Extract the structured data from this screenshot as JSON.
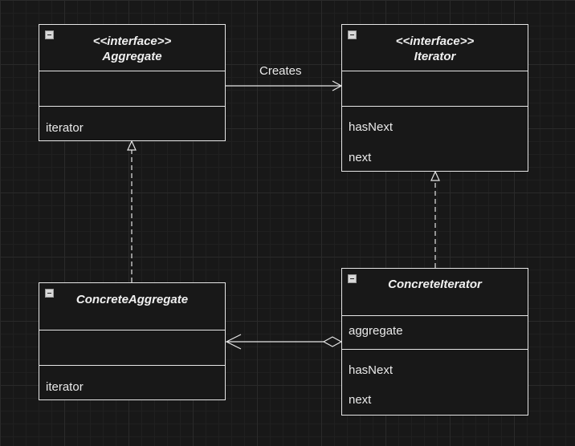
{
  "diagram": {
    "classes": {
      "aggregate": {
        "stereotype": "<<interface>>",
        "name": "Aggregate",
        "methods": [
          "iterator"
        ]
      },
      "iterator": {
        "stereotype": "<<interface>>",
        "name": "Iterator",
        "methods": [
          "hasNext",
          "next"
        ]
      },
      "concrete_aggregate": {
        "name": "ConcreteAggregate",
        "methods": [
          "iterator"
        ]
      },
      "concrete_iterator": {
        "name": "ConcreteIterator",
        "attributes": [
          "aggregate"
        ],
        "methods": [
          "hasNext",
          "next"
        ]
      }
    },
    "relations": {
      "creates_label": "Creates"
    }
  }
}
